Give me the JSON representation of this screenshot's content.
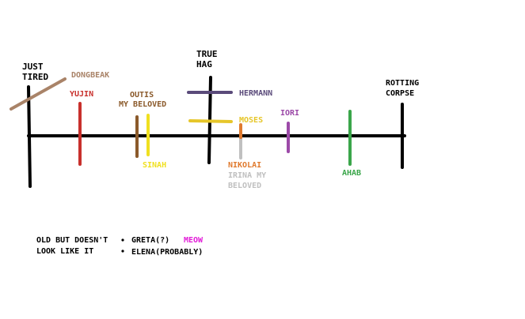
{
  "diagram": {
    "axis_ends": {
      "left": "JUST\nTIRED",
      "middle": "TRUE\nHAG",
      "right": "ROTTING\nCORPSE"
    },
    "markers": [
      {
        "name": "DONGBEAK",
        "color": "#a98368"
      },
      {
        "name": "YUJIN",
        "color": "#c8302c"
      },
      {
        "name": "OUTIS\nMY BELOVED",
        "color": "#8b5a2b"
      },
      {
        "name": "SINAH",
        "color": "#f0e020"
      },
      {
        "name": "HERMANN",
        "color": "#5a4a7a"
      },
      {
        "name": "MOSES",
        "color": "#e6c62a"
      },
      {
        "name": "NIKOLAI",
        "color": "#e07a2e"
      },
      {
        "name": "IRINA MY\nBELOVED",
        "color": "#c0c0c0"
      },
      {
        "name": "IORI",
        "color": "#9c4aa8"
      },
      {
        "name": "AHAB",
        "color": "#3aa64a"
      }
    ],
    "note": {
      "label": "OLD BUT DOESN'T\nLOOK LIKE IT",
      "items": [
        {
          "text": "GRETA(?)",
          "extra": "MEOW",
          "extra_color": "#e21cd8"
        },
        {
          "text": "ELENA(PROBABLY)"
        }
      ]
    }
  }
}
